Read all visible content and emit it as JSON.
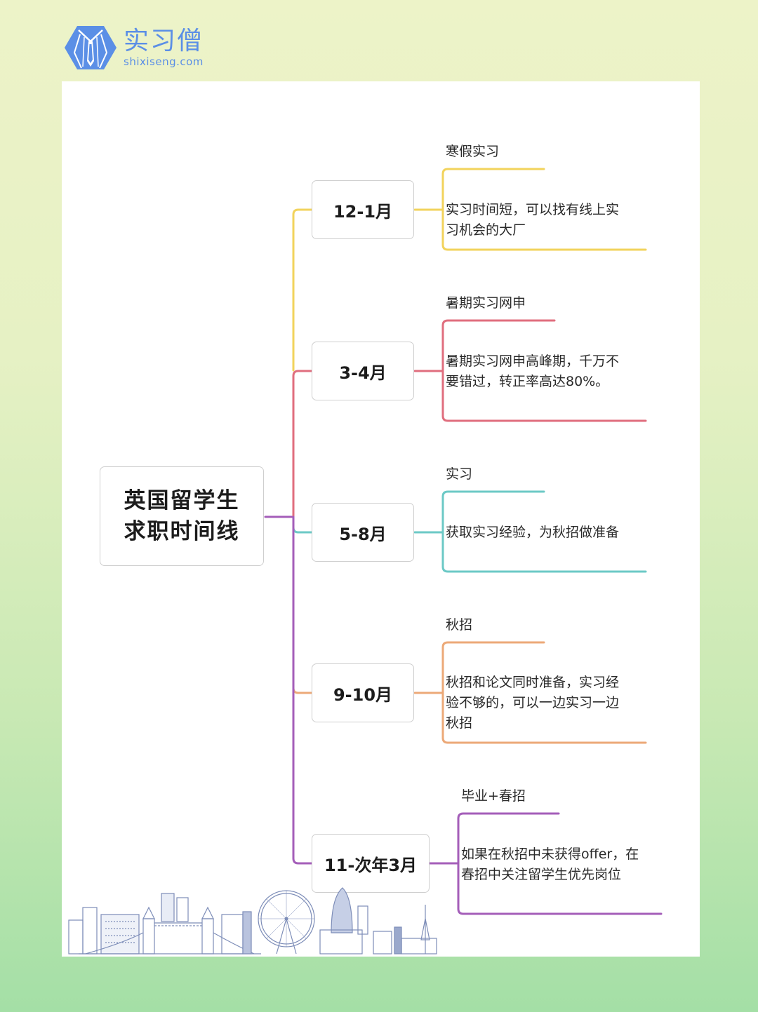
{
  "brand": {
    "name_cn": "实习僧",
    "domain": "shixiseng.com",
    "color": "#5b8fe6",
    "icon": "suit-tie-logo-icon"
  },
  "mindmap": {
    "root": {
      "label": "英国留学生\n求职时间线"
    },
    "branches": [
      {
        "period": "12-1月",
        "topic": "寒假实习",
        "detail": "实习时间短，可以找有线上实习机会的大厂",
        "color": "#f2d35c"
      },
      {
        "period": "3-4月",
        "topic": "暑期实习网申",
        "detail": "暑期实习网申高峰期，千万不要错过，转正率高达80%。",
        "color": "#e06e7e"
      },
      {
        "period": "5-8月",
        "topic": "实习",
        "detail": "获取实习经验，为秋招做准备",
        "color": "#6cc9c6"
      },
      {
        "period": "9-10月",
        "topic": "秋招",
        "detail": "秋招和论文同时准备，实习经验不够的，可以一边实习一边秋招",
        "color": "#eca978"
      },
      {
        "period": "11-次年3月",
        "topic": "毕业+春招",
        "detail": "如果在秋招中未获得offer，在春招中关注留学生优先岗位",
        "color": "#a45eb9"
      }
    ],
    "root_connector_color": "#a45eb9"
  },
  "decoration": {
    "skyline": "london-skyline-illustration"
  },
  "background": {
    "top": "#edf3c8",
    "bottom": "#a4dfa6",
    "card": "#ffffff"
  }
}
